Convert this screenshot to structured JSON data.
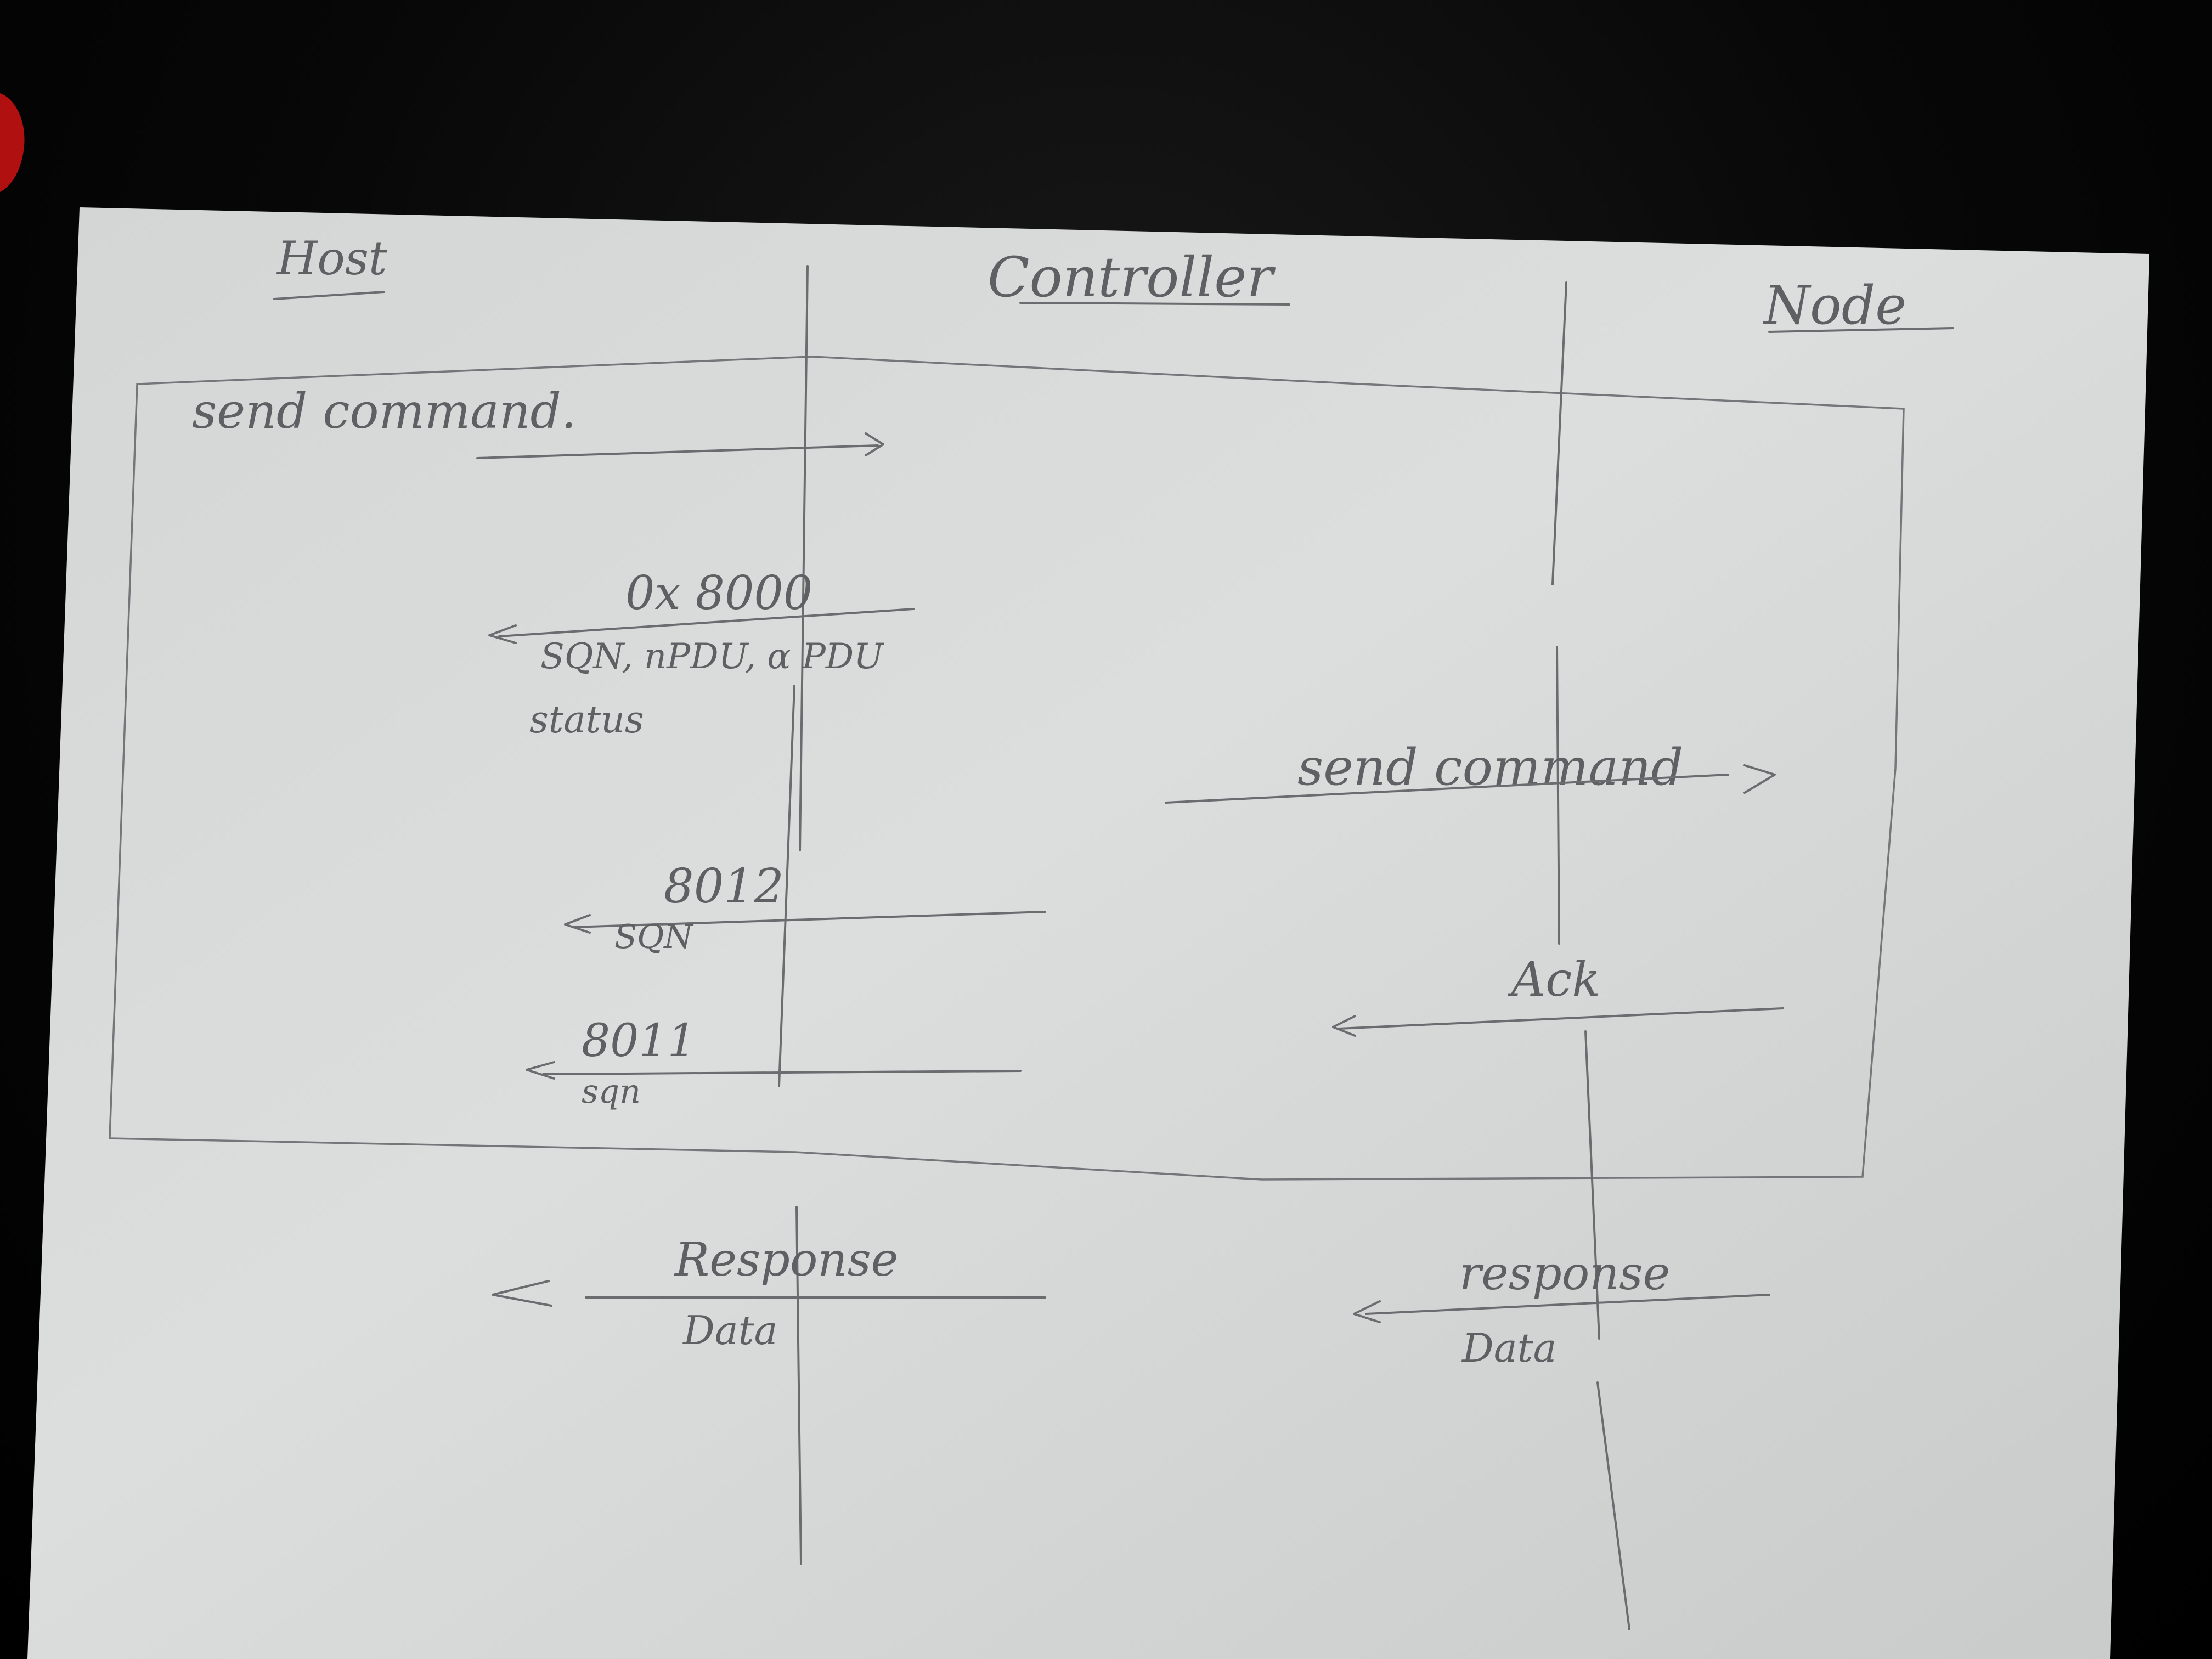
{
  "participants": [
    {
      "id": "host",
      "label": "Host"
    },
    {
      "id": "controller",
      "label": "Controller"
    },
    {
      "id": "node",
      "label": "Node"
    }
  ],
  "messages": [
    {
      "id": "m1",
      "label": "send command.",
      "sublabel": "",
      "from": "host",
      "to": "controller",
      "direction": "right"
    },
    {
      "id": "m2",
      "label": "0x 8000",
      "sublabel": "SQN, nPDU, α PDU",
      "note": "status",
      "from": "controller",
      "to": "host",
      "direction": "left"
    },
    {
      "id": "m3",
      "label": "send command",
      "sublabel": "",
      "from": "controller",
      "to": "node",
      "direction": "right"
    },
    {
      "id": "m4",
      "label": "8012",
      "sublabel": "SQN",
      "from": "controller",
      "to": "host",
      "direction": "left"
    },
    {
      "id": "m5",
      "label": "Ack",
      "sublabel": "",
      "from": "node",
      "to": "controller",
      "direction": "left"
    },
    {
      "id": "m6",
      "label": "8011",
      "sublabel": "sqn",
      "from": "controller",
      "to": "host",
      "direction": "left"
    },
    {
      "id": "m7",
      "label": "Response",
      "sublabel": "Data",
      "from": "controller",
      "to": "host",
      "direction": "left"
    },
    {
      "id": "m8",
      "label": "response",
      "sublabel": "Data",
      "from": "node",
      "to": "controller",
      "direction": "left"
    }
  ],
  "colors": {
    "paper": "#d9dbdb",
    "paper_shade": "#c3c6c6",
    "pencil": "#6b6c70",
    "background": "#050505"
  }
}
